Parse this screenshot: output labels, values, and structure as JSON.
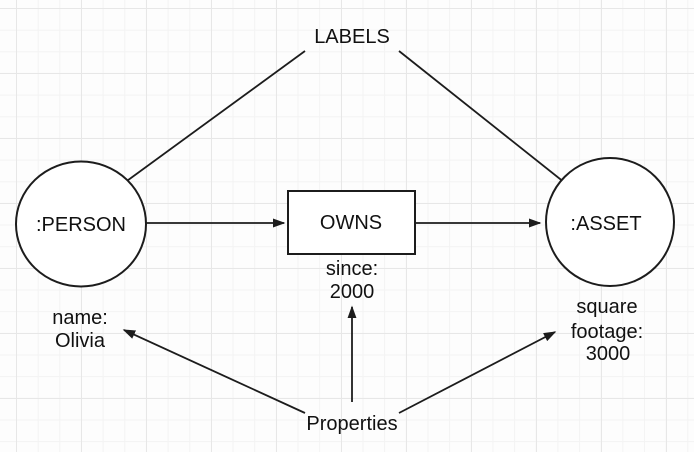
{
  "diagram": {
    "annotations": {
      "labels": "LABELS",
      "properties": "Properties"
    },
    "nodes": {
      "person": {
        "label": ":PERSON",
        "shape": "ellipse",
        "properties": [
          "name:",
          "Olivia"
        ]
      },
      "owns": {
        "label": "OWNS",
        "shape": "rectangle",
        "properties": [
          "since:",
          "2000"
        ]
      },
      "asset": {
        "label": ":ASSET",
        "shape": "ellipse",
        "properties": [
          "square",
          "footage:",
          "3000"
        ]
      }
    },
    "edges": [
      {
        "from": "LABELS",
        "to": ":PERSON"
      },
      {
        "from": "LABELS",
        "to": ":ASSET"
      },
      {
        "from": ":PERSON",
        "to": "OWNS"
      },
      {
        "from": "OWNS",
        "to": ":ASSET"
      },
      {
        "from": "Properties",
        "to": "name: Olivia"
      },
      {
        "from": "Properties",
        "to": "since: 2000"
      },
      {
        "from": "Properties",
        "to": "square footage: 3000"
      }
    ],
    "colors": {
      "stroke": "#1c1c1c",
      "text": "#111111",
      "shape_fill": "#ffffff",
      "background": "#fdfdfd",
      "grid_minor": "#f3f3f3",
      "grid_major": "#e7e7e7"
    }
  }
}
